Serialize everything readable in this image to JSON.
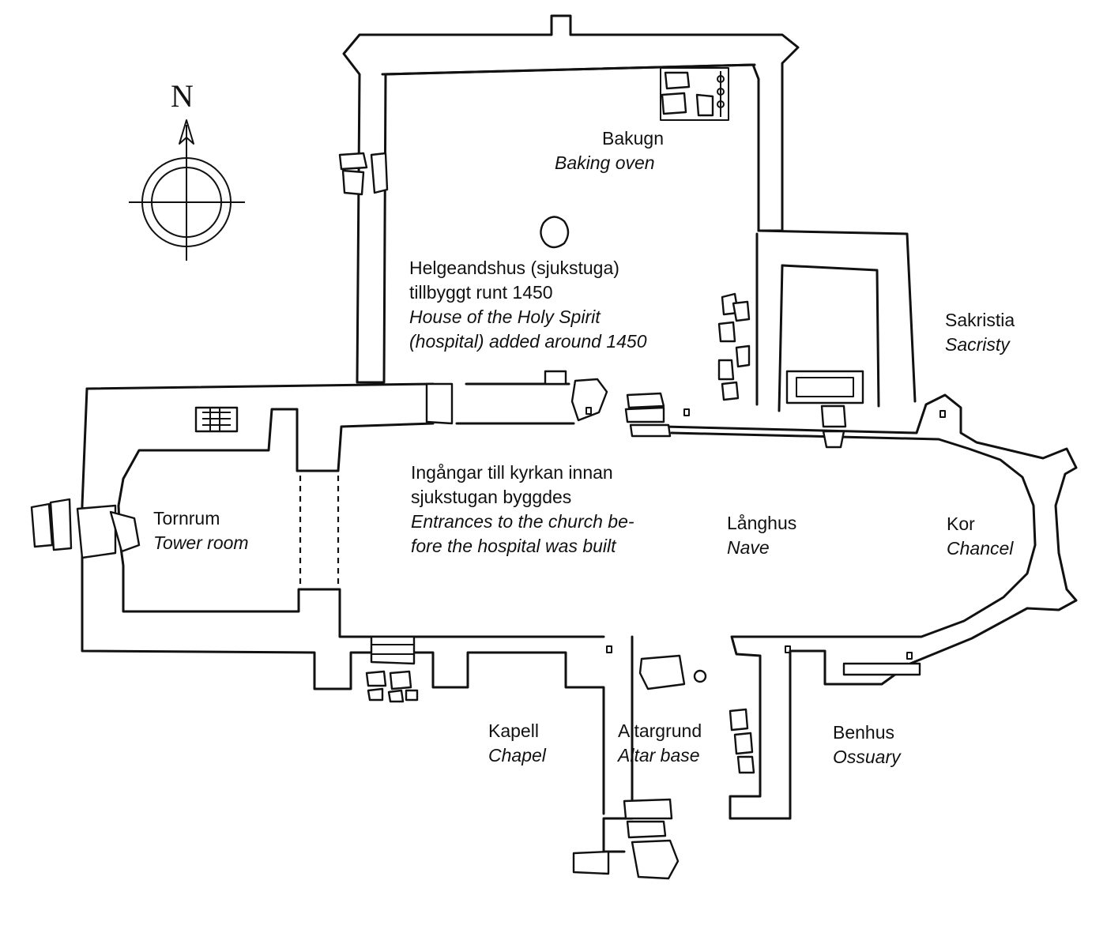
{
  "compass": {
    "north_letter": "N",
    "icon": "compass-rose-icon"
  },
  "rooms": {
    "bakugn": {
      "sv": "Bakugn",
      "en": "Baking oven"
    },
    "helgeandshus": {
      "sv_1": "Helgeandshus (sjukstuga)",
      "sv_2": "tillbyggt runt 1450",
      "en_1": "House of the Holy Spirit",
      "en_2": "(hospital) added around 1450"
    },
    "sakristia": {
      "sv": "Sakristia",
      "en": "Sacristy"
    },
    "tornrum": {
      "sv": "Tornrum",
      "en": "Tower room"
    },
    "ingangar": {
      "sv_1": "Ingångar till kyrkan innan",
      "sv_2": "sjukstugan byggdes",
      "en_1": "Entrances to the church be-",
      "en_2": "fore the hospital was built"
    },
    "langhus": {
      "sv": "Långhus",
      "en": "Nave"
    },
    "kor": {
      "sv": "Kor",
      "en": "Chancel"
    },
    "kapell": {
      "sv": "Kapell",
      "en": "Chapel"
    },
    "altargrund": {
      "sv": "Altargrund",
      "en": "Altar base"
    },
    "benhus": {
      "sv": "Benhus",
      "en": "Ossuary"
    }
  }
}
